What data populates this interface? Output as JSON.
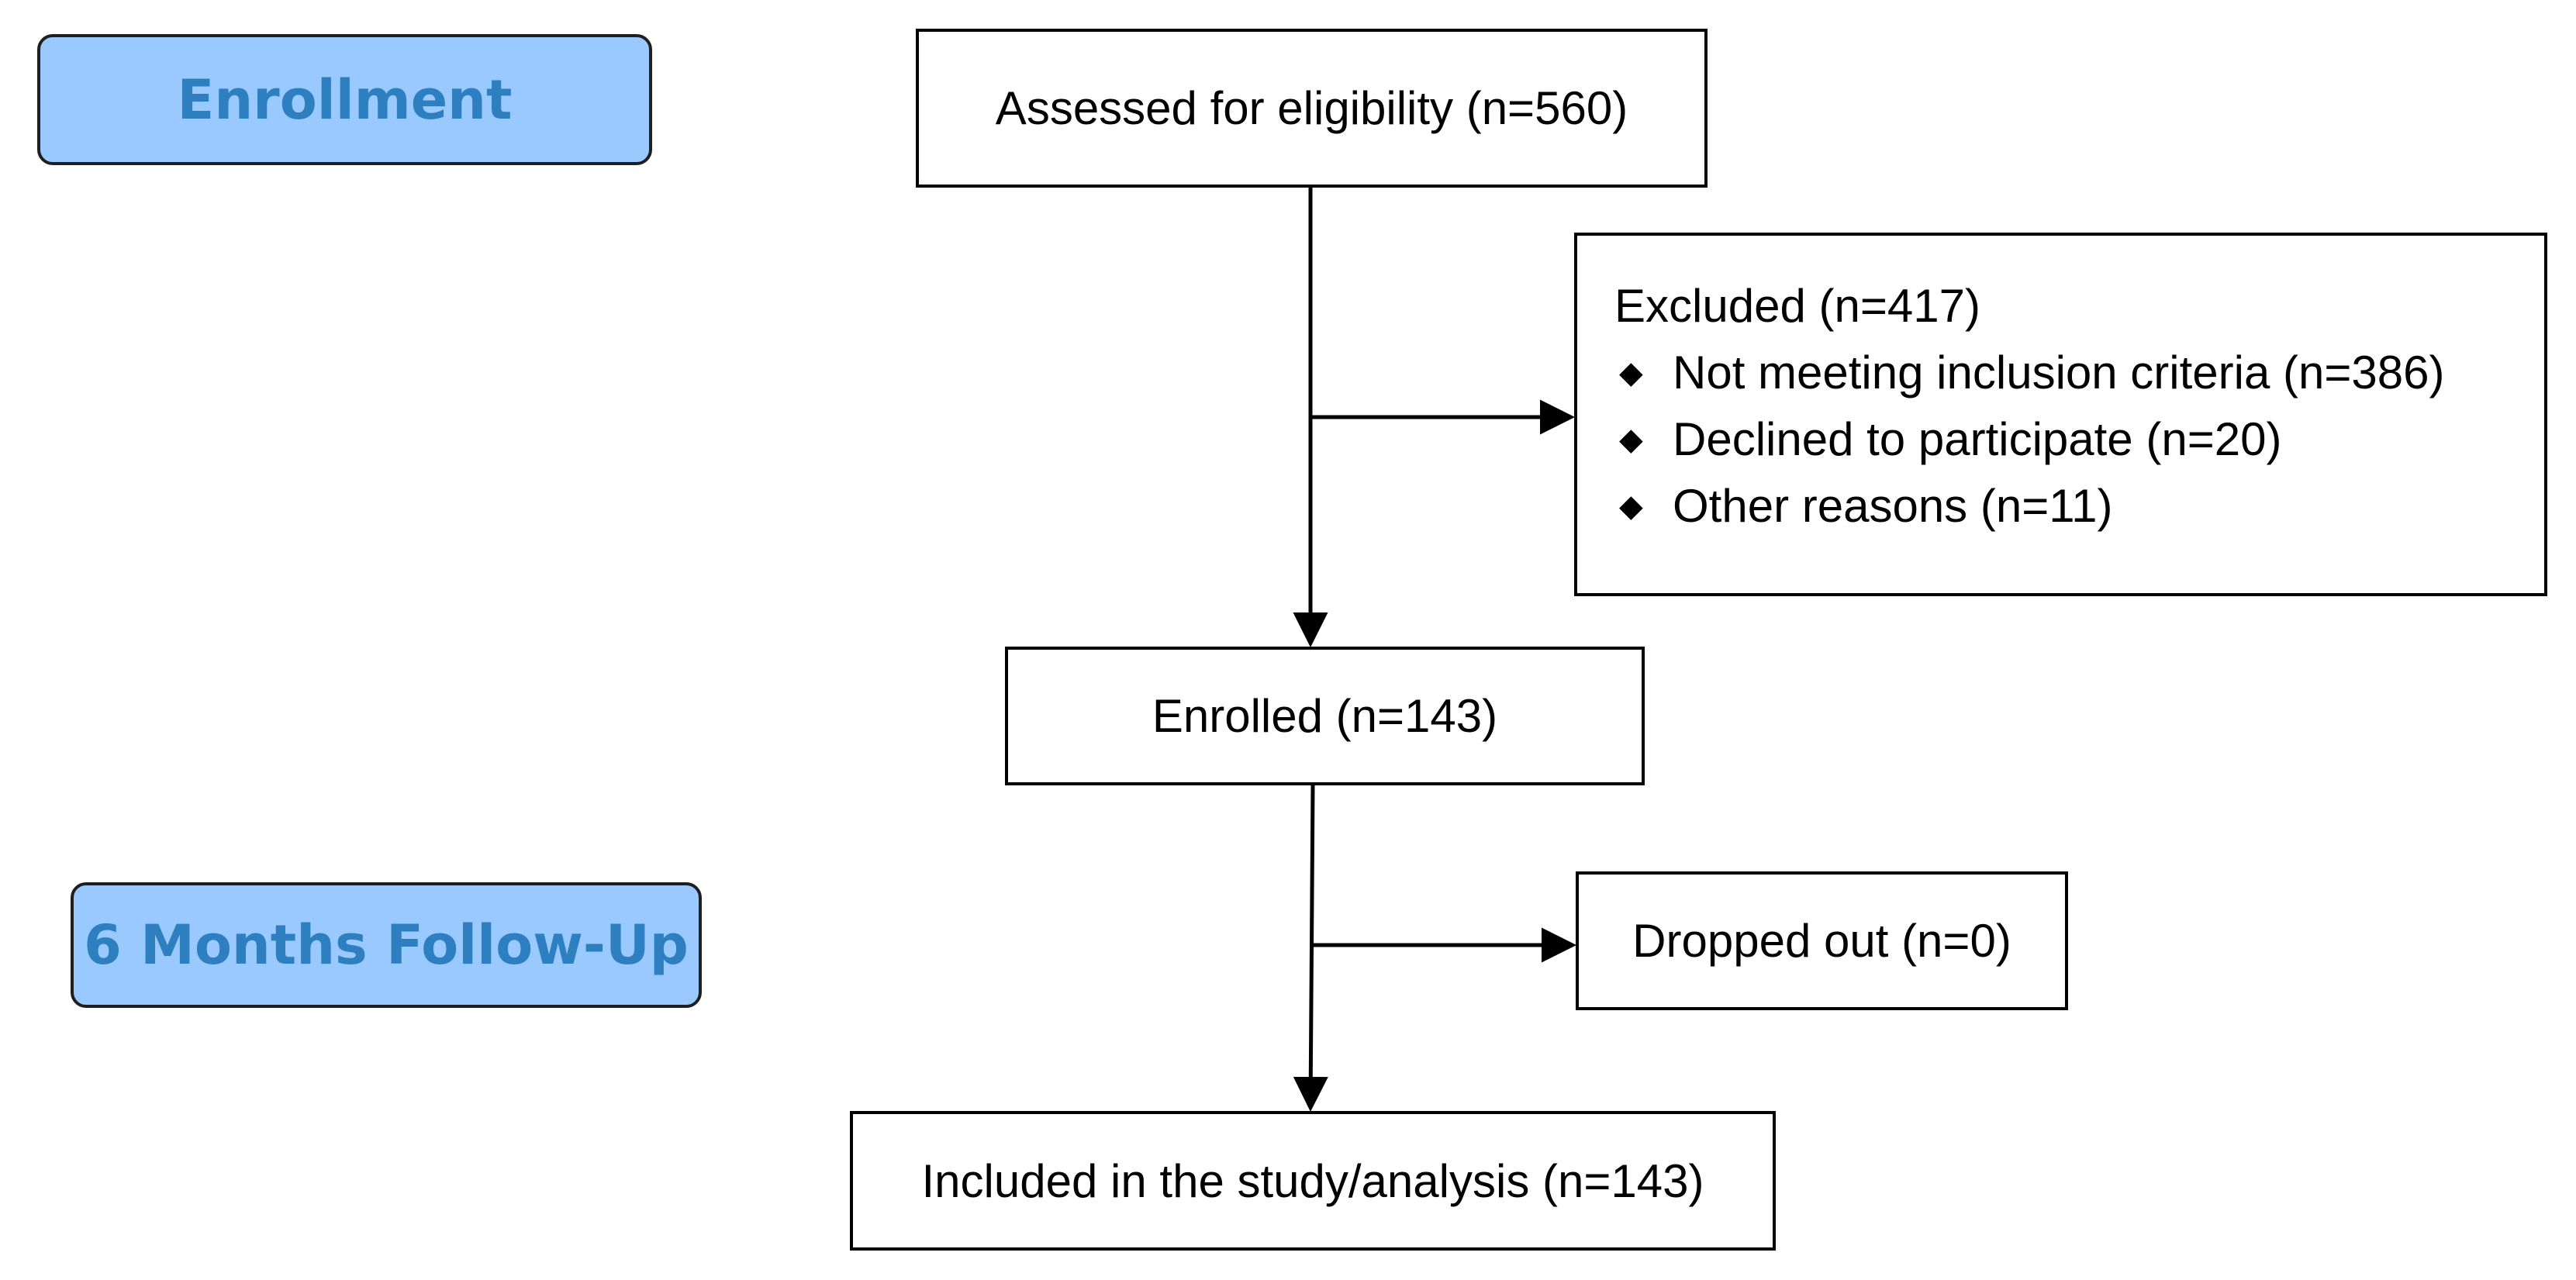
{
  "stages": {
    "enrollment": "Enrollment",
    "followup": "6 Months Follow-Up"
  },
  "boxes": {
    "assessed": "Assessed for eligibility (n=560)",
    "excluded": {
      "title": "Excluded (n=417)",
      "items": [
        "Not meeting inclusion criteria (n=386)",
        "Declined to participate (n=20)",
        "Other reasons (n=11)"
      ],
      "bullet_glyph": "◆"
    },
    "enrolled": "Enrolled (n=143)",
    "dropped": "Dropped out (n=0)",
    "included": "Included in the study/analysis (n=143)"
  },
  "colors": {
    "stage_fill": "#99c9ff",
    "stage_text": "#2e7fc0",
    "stroke": "#000000"
  }
}
